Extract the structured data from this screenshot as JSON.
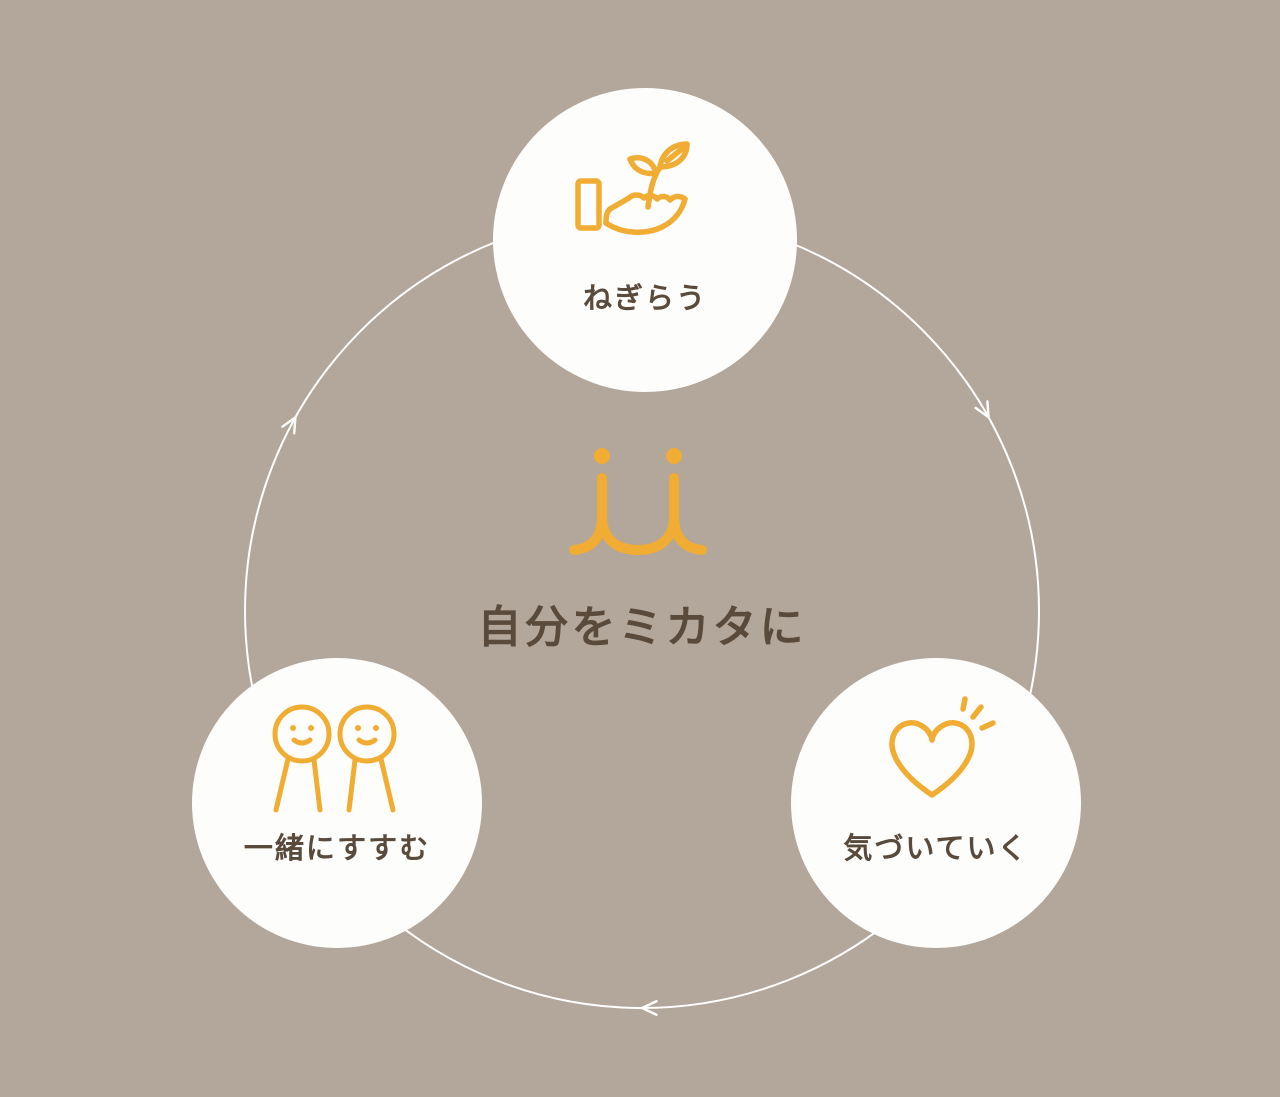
{
  "theme": {
    "bg": "#b3a79b",
    "accent": "#f0ac33",
    "text": "#594a3b",
    "node": "#fdfdfb",
    "cycle": "#ffffff"
  },
  "diagram": {
    "title": "自分をミカタに",
    "flow_direction": "clockwise",
    "center_logo": "smile-brand-icon",
    "nodes": [
      {
        "id": "negirau",
        "label": "ねぎらう",
        "icon": "hand-sprout-icon",
        "position": "top"
      },
      {
        "id": "kizuiteiku",
        "label": "気づいていく",
        "icon": "heart-sparkle-icon",
        "position": "bottom-right"
      },
      {
        "id": "isshoni-susumu",
        "label": "一緒にすすむ",
        "icon": "two-people-icon",
        "position": "bottom-left"
      }
    ]
  }
}
